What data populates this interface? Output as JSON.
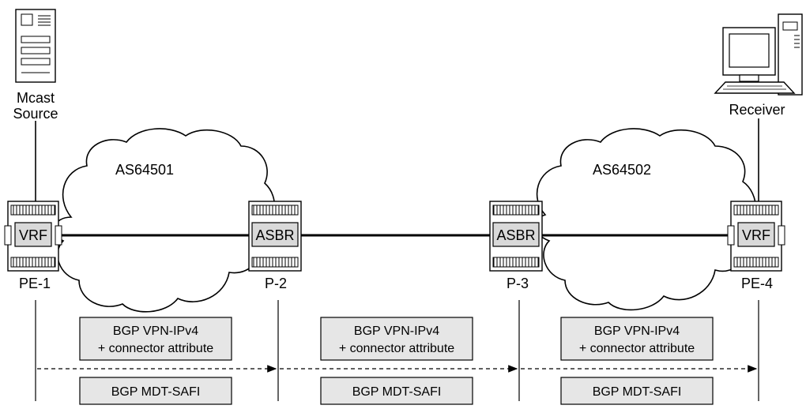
{
  "devices": {
    "source": {
      "line1": "Mcast",
      "line2": "Source"
    },
    "receiver": {
      "label": "Receiver"
    },
    "pe1": {
      "inner": "VRF",
      "label": "PE-1"
    },
    "p2": {
      "inner": "ASBR",
      "label": "P-2"
    },
    "p3": {
      "inner": "ASBR",
      "label": "P-3"
    },
    "pe4": {
      "inner": "VRF",
      "label": "PE-4"
    }
  },
  "clouds": {
    "as1": "AS64501",
    "as2": "AS64502"
  },
  "segments": [
    {
      "vpn_line1": "BGP VPN-IPv4",
      "vpn_line2": "+ connector attribute",
      "mdt": "BGP MDT-SAFI"
    },
    {
      "vpn_line1": "BGP VPN-IPv4",
      "vpn_line2": "+ connector attribute",
      "mdt": "BGP MDT-SAFI"
    },
    {
      "vpn_line1": "BGP VPN-IPv4",
      "vpn_line2": "+ connector attribute",
      "mdt": "BGP MDT-SAFI"
    }
  ]
}
